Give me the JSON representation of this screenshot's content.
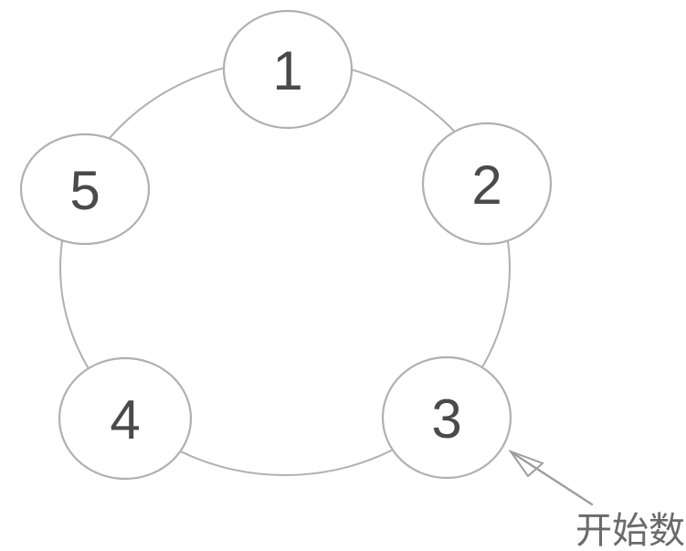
{
  "figure": {
    "nodes": [
      {
        "label": "1"
      },
      {
        "label": "2"
      },
      {
        "label": "3"
      },
      {
        "label": "4"
      },
      {
        "label": "5"
      }
    ],
    "annotation": {
      "label": "开始数",
      "target_node_label": "3"
    },
    "colors": {
      "background": "#ffffff",
      "outline": "#b0b0b0",
      "number": "#4a4a4a",
      "arrow": "#9d9d9d",
      "label_text": "#6a6a6a"
    }
  }
}
